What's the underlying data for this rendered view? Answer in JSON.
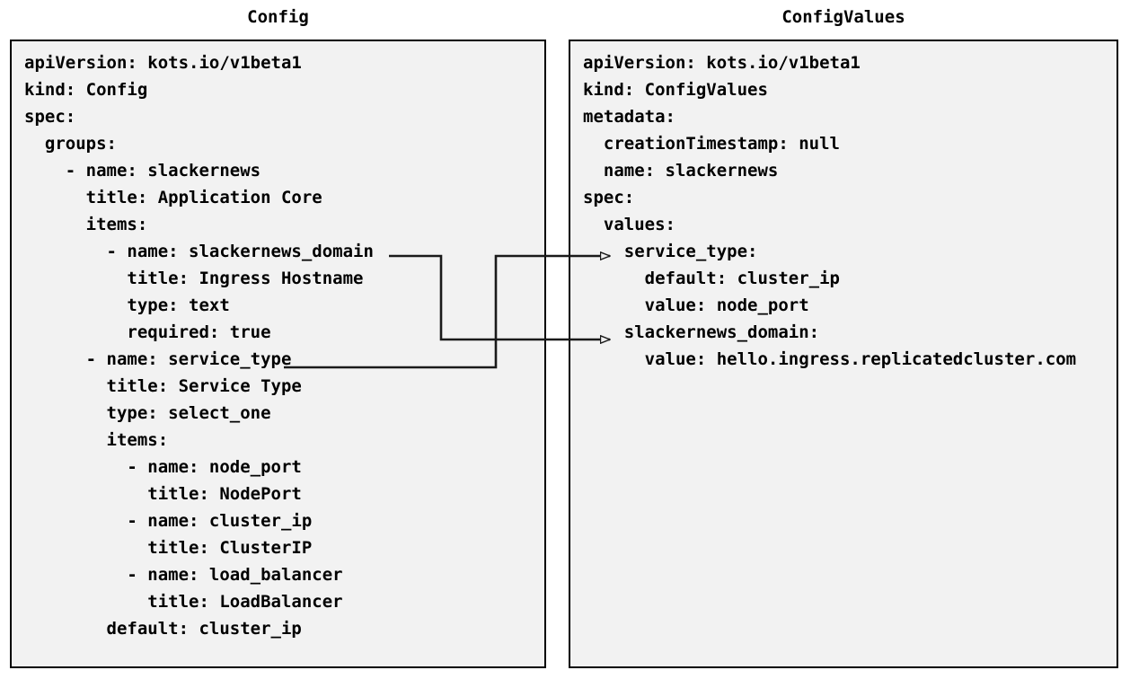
{
  "panels": {
    "config": {
      "title": "Config",
      "lines": [
        "apiVersion: kots.io/v1beta1",
        "kind: Config",
        "spec:",
        "  groups:",
        "    - name: slackernews",
        "      title: Application Core",
        "      items:",
        "        - name: slackernews_domain",
        "          title: Ingress Hostname",
        "          type: text",
        "          required: true",
        "      - name: service_type",
        "        title: Service Type",
        "        type: select_one",
        "        items:",
        "          - name: node_port",
        "            title: NodePort",
        "          - name: cluster_ip",
        "            title: ClusterIP",
        "          - name: load_balancer",
        "            title: LoadBalancer",
        "        default: cluster_ip"
      ]
    },
    "config_values": {
      "title": "ConfigValues",
      "lines": [
        "apiVersion: kots.io/v1beta1",
        "kind: ConfigValues",
        "metadata:",
        "  creationTimestamp: null",
        "  name: slackernews",
        "spec:",
        "  values:",
        "    service_type:",
        "      default: cluster_ip",
        "      value: node_port",
        "    slackernews_domain:",
        "      value: hello.ingress.replicatedcluster.com"
      ]
    }
  },
  "connections": [
    {
      "name": "slackernews-domain-mapping",
      "from_field": "slackernews_domain",
      "to_field": "slackernews_domain:",
      "from_panel": "Config",
      "to_panel": "ConfigValues"
    },
    {
      "name": "service-type-mapping",
      "from_field": "service_type",
      "to_field": "service_type:",
      "from_panel": "Config",
      "to_panel": "ConfigValues"
    }
  ],
  "style": {
    "panel_background": "#f2f2f2",
    "panel_border": "#000000",
    "text_color": "#000000",
    "connector_color": "#1a1a1a",
    "page_background": "#ffffff"
  }
}
